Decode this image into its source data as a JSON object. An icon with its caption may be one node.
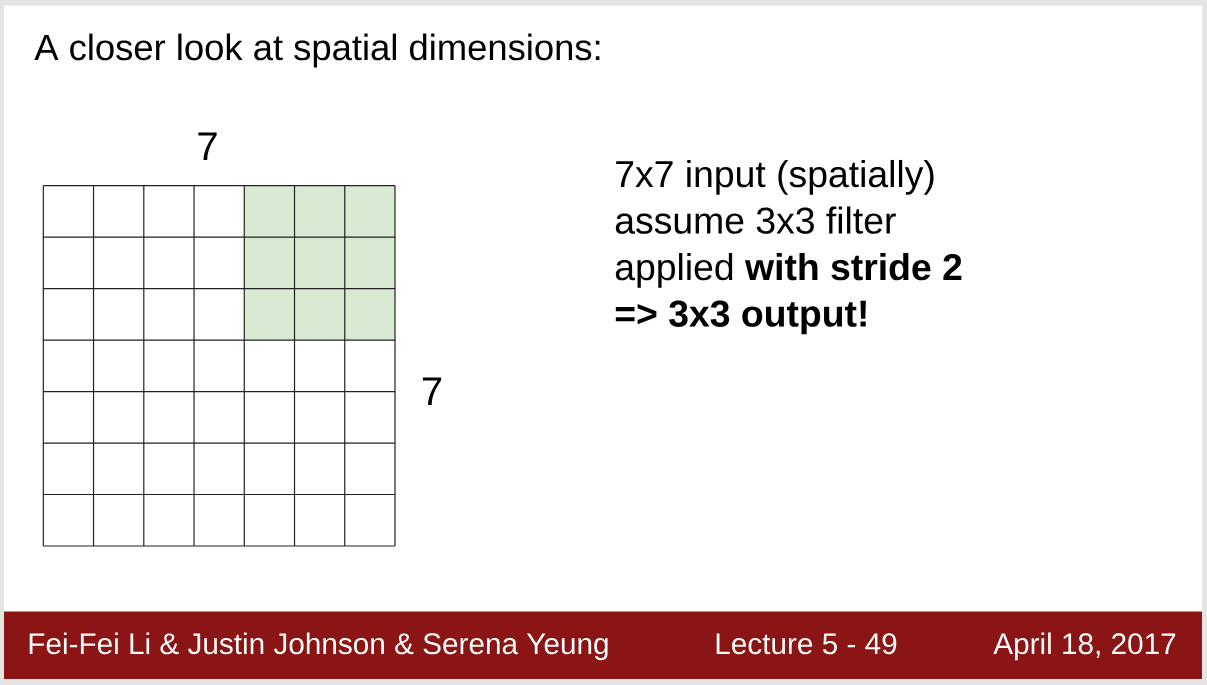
{
  "diagram": {
    "title": "A closer look at spatial dimensions:",
    "labels": [
      "7",
      "7",
      "7x7 input (spatially)",
      "assume 3x3 filter",
      "applied **with stride 2**",
      "=> 3x3 output!",
      "Fei-Fei Li & Justin Johnson & Serena Yeung",
      "Lecture 5 - 49",
      "April 18, 2017"
    ]
  }
}
